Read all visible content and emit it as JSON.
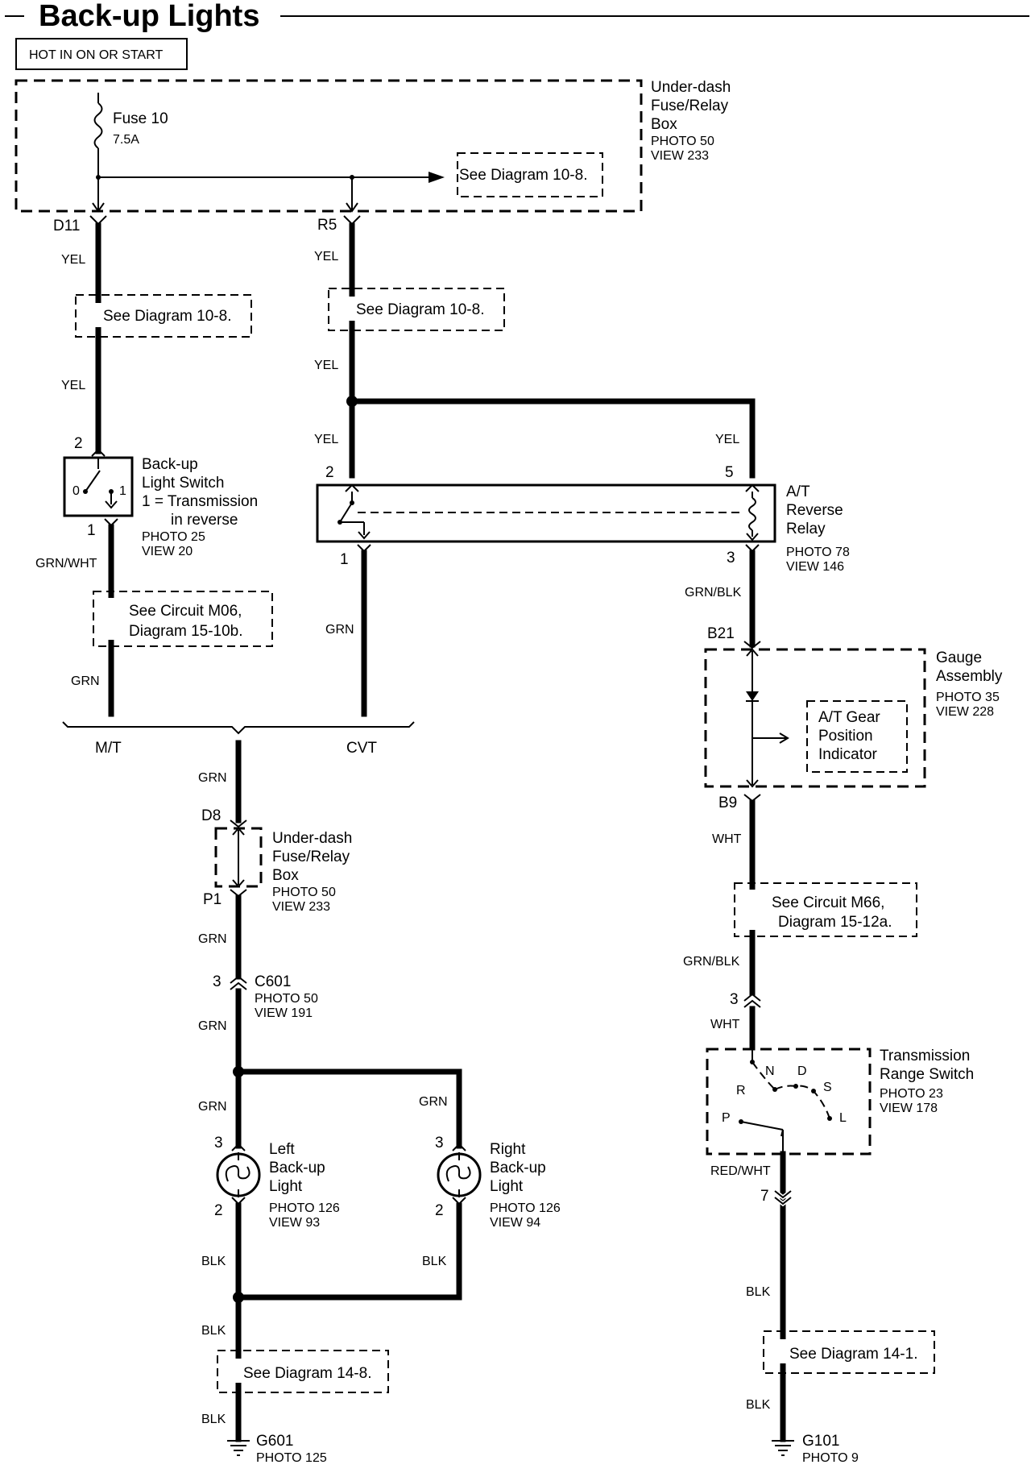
{
  "title": "Back-up Lights",
  "hot_label": "HOT IN ON OR START",
  "underdash_box": {
    "name": [
      "Under-dash",
      "Fuse/Relay",
      "Box"
    ],
    "photo": "PHOTO 50",
    "view": "VIEW 233"
  },
  "fuse": {
    "name": "Fuse 10",
    "rating": "7.5A"
  },
  "see_refs": {
    "top_right": "See Diagram 10-8.",
    "left_upper": "See Diagram 10-8.",
    "mid_upper": "See Diagram 10-8.",
    "m06": [
      "See Circuit M06,",
      "Diagram 15-10b."
    ],
    "m66": [
      "See Circuit M66,",
      "Diagram 15-12a."
    ],
    "g601": "See Diagram 14-8.",
    "g101": "See Diagram 14-1."
  },
  "pins": {
    "d11": "D11",
    "r5": "R5",
    "p2_switch": "2",
    "p1_switch": "1",
    "p2_relay": "2",
    "p5_relay": "5",
    "p1_relay": "1",
    "p3_relay": "3",
    "b21": "B21",
    "b9": "B9",
    "d8": "D8",
    "p1": "P1",
    "c601_pin": "3",
    "left3": "3",
    "left2": "2",
    "right3": "3",
    "right2": "2",
    "trs3": "3",
    "trs7": "7"
  },
  "wires": {
    "yel1": "YEL",
    "yel2": "YEL",
    "yel3": "YEL",
    "yel4": "YEL",
    "yel5": "YEL",
    "yel6": "YEL",
    "grnwht": "GRN/WHT",
    "grn_mt": "GRN",
    "grn_cvt": "GRN",
    "grn_a": "GRN",
    "grn_b": "GRN",
    "grn_c": "GRN",
    "grn_d": "GRN",
    "grn_e": "GRN",
    "blk1": "BLK",
    "blk2": "BLK",
    "blk3": "BLK",
    "blk4": "BLK",
    "blk5": "BLK",
    "blk6": "BLK",
    "grnblk1": "GRN/BLK",
    "grnblk2": "GRN/BLK",
    "wht1": "WHT",
    "wht2": "WHT",
    "redwht": "RED/WHT"
  },
  "backup_switch": {
    "name": [
      "Back-up",
      "Light Switch",
      "1 = Transmission",
      "in reverse"
    ],
    "photo": "PHOTO 25",
    "view": "VIEW 20",
    "pos0": "0",
    "pos1": "1"
  },
  "reverse_relay": {
    "name": [
      "A/T",
      "Reverse",
      "Relay"
    ],
    "photo": "PHOTO 78",
    "view": "VIEW 146"
  },
  "gauge": {
    "name": [
      "Gauge",
      "Assembly"
    ],
    "photo": "PHOTO 35",
    "view": "VIEW 228",
    "indicator": [
      "A/T Gear",
      "Position",
      "Indicator"
    ]
  },
  "branch": {
    "mt": "M/T",
    "cvt": "CVT"
  },
  "underdash2": {
    "name": [
      "Under-dash",
      "Fuse/Relay",
      "Box"
    ],
    "photo": "PHOTO 50",
    "view": "VIEW 233"
  },
  "c601": {
    "name": "C601",
    "photo": "PHOTO 50",
    "view": "VIEW 191"
  },
  "left_light": {
    "name": [
      "Left",
      "Back-up",
      "Light"
    ],
    "photo": "PHOTO 126",
    "view": "VIEW 93"
  },
  "right_light": {
    "name": [
      "Right",
      "Back-up",
      "Light"
    ],
    "photo": "PHOTO 126",
    "view": "VIEW 94"
  },
  "trs": {
    "name": [
      "Transmission",
      "Range Switch"
    ],
    "photo": "PHOTO 23",
    "view": "VIEW 178",
    "positions": {
      "n": "N",
      "d": "D",
      "r": "R",
      "s": "S",
      "p": "P",
      "l": "L"
    }
  },
  "g601": {
    "name": "G601",
    "photo": "PHOTO 125"
  },
  "g101": {
    "name": "G101",
    "photo": "PHOTO 9"
  }
}
